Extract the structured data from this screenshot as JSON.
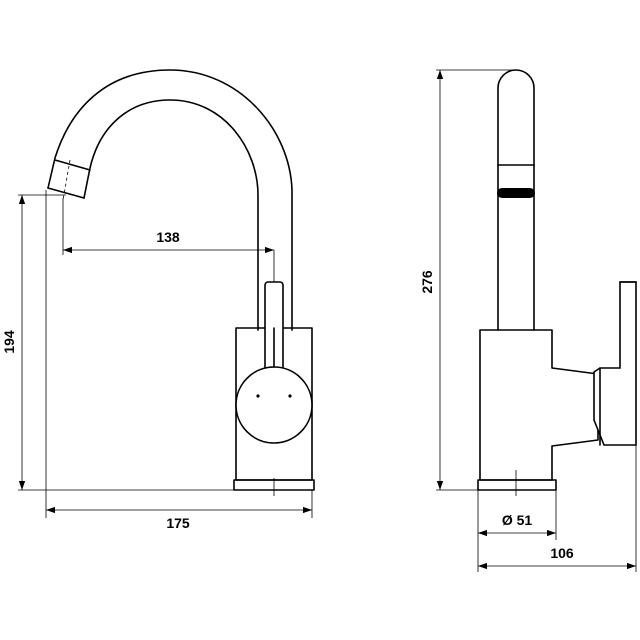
{
  "dimensions": {
    "spout_reach": "138",
    "outlet_height": "194",
    "overall_depth": "175",
    "total_height": "276",
    "base_diameter": "Ø 51",
    "overall_width": "106"
  },
  "colors": {
    "line": "#000000",
    "background": "#ffffff"
  }
}
